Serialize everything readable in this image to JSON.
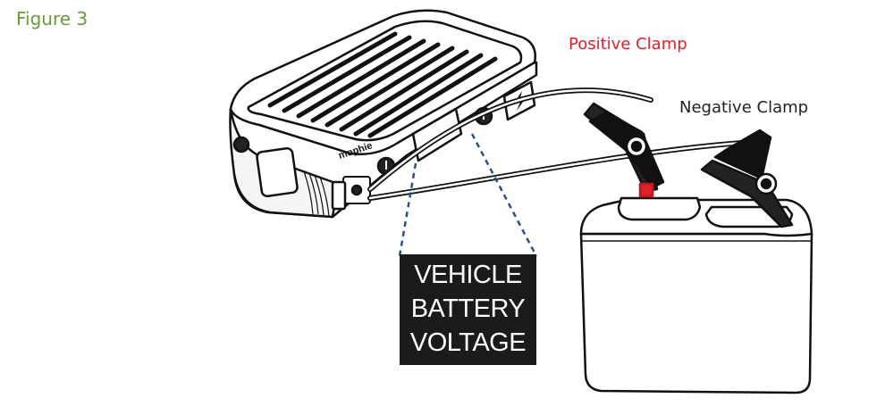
{
  "figure_label": "Figure 3",
  "positive_clamp_label": "Positive Clamp",
  "negative_clamp_label": "Negative Clamp",
  "display_box": {
    "line1": "VEHICLE",
    "line2": "BATTERY",
    "line3": "VOLTAGE"
  },
  "device_brand": "mophie",
  "colors": {
    "figure_label": "#6a9a3a",
    "positive": "#e0202a",
    "leader_lines": "#2b4f8a",
    "box_bg": "#1b1b1b"
  },
  "icons": [
    "lightning-icon",
    "power-icon",
    "flashlight-icon"
  ]
}
